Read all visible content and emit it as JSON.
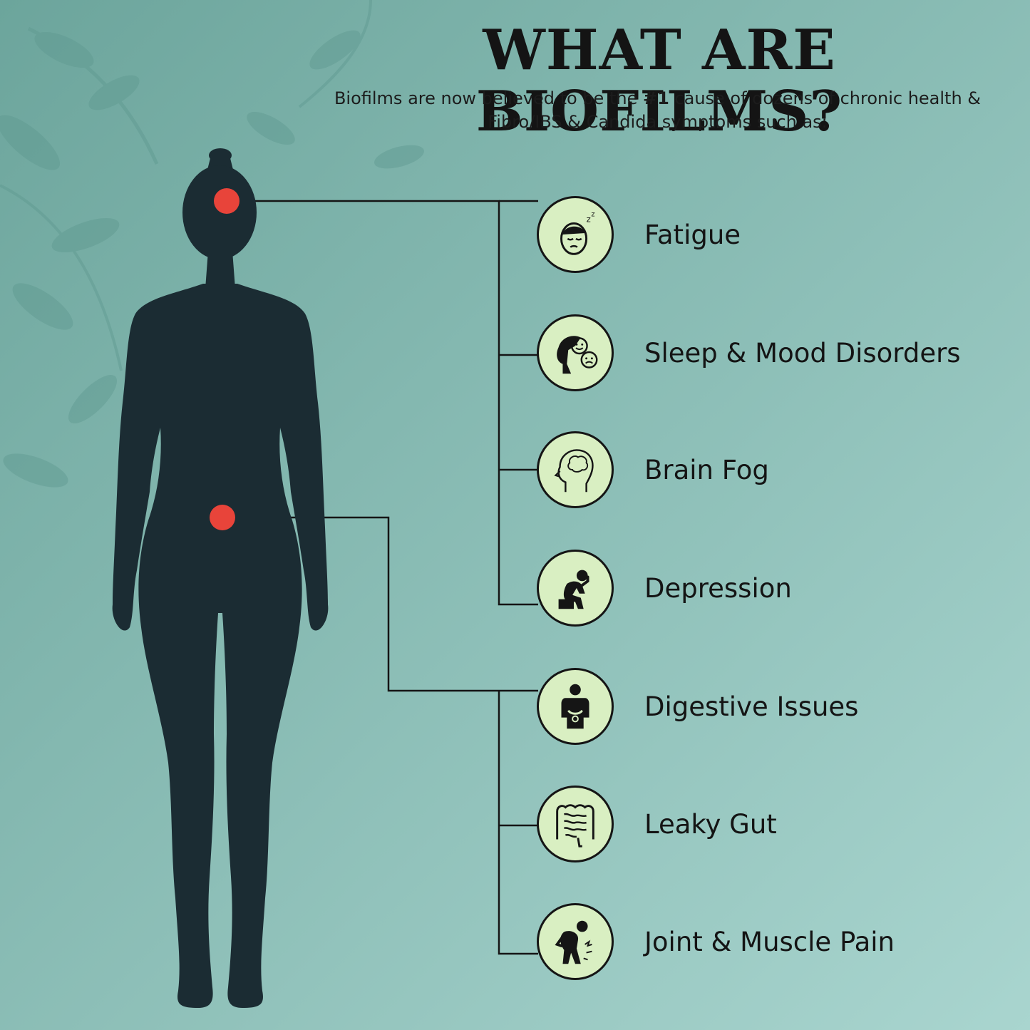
{
  "header": {
    "title": "WHAT ARE BIOFILMS?",
    "subtitle_before": "Biofilms are now believed to be the ",
    "subtitle_bold": "#1",
    "subtitle_after": " cause of dozens of chronic health & Fibro/IBS & Candida symptoms such as:"
  },
  "symptoms": [
    {
      "label": "Fatigue",
      "icon": "sleepy-face-icon"
    },
    {
      "label": "Sleep & Mood Disorders",
      "icon": "mood-head-icon"
    },
    {
      "label": "Brain Fog",
      "icon": "brain-head-icon"
    },
    {
      "label": "Depression",
      "icon": "depressed-person-icon"
    },
    {
      "label": "Digestive Issues",
      "icon": "stomach-ache-icon"
    },
    {
      "label": "Leaky Gut",
      "icon": "intestine-icon"
    },
    {
      "label": "Joint & Muscle Pain",
      "icon": "back-pain-icon"
    }
  ],
  "colors": {
    "background_top": "#6faaa1",
    "background_bottom": "#a6d3cd",
    "silhouette": "#1b2c33",
    "marker": "#e8443a",
    "icon_fill": "#d9efc2",
    "line": "#151515"
  }
}
